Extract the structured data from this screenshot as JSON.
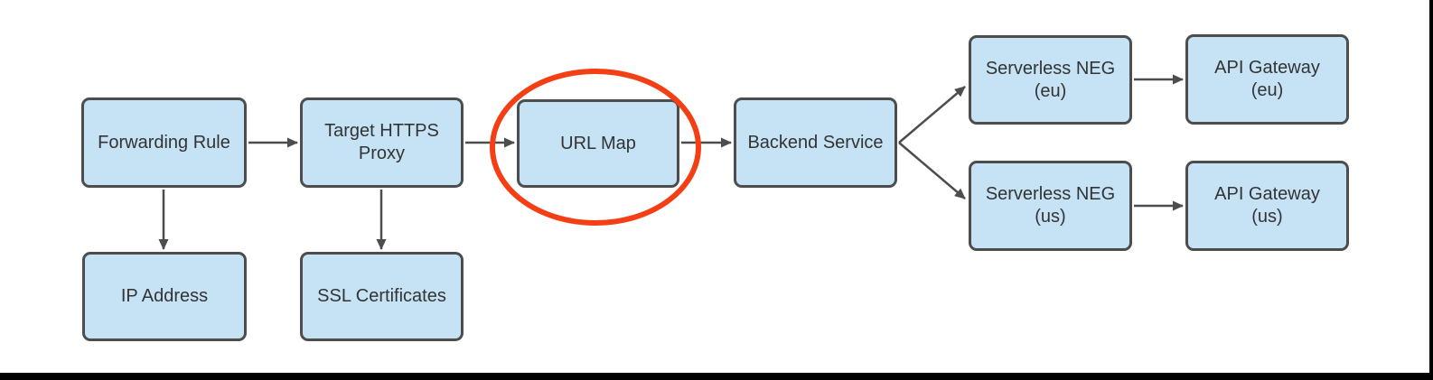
{
  "diagram": {
    "type": "flowchart",
    "nodes": [
      {
        "id": "forwarding-rule",
        "label": "Forwarding Rule"
      },
      {
        "id": "target-https-proxy",
        "label": "Target HTTPS\nProxy"
      },
      {
        "id": "url-map",
        "label": "URL Map"
      },
      {
        "id": "backend-service",
        "label": "Backend Service"
      },
      {
        "id": "serverless-neg-eu",
        "label": "Serverless NEG\n(eu)"
      },
      {
        "id": "api-gateway-eu",
        "label": "API Gateway\n(eu)"
      },
      {
        "id": "serverless-neg-us",
        "label": "Serverless NEG\n(us)"
      },
      {
        "id": "api-gateway-us",
        "label": "API Gateway\n(us)"
      },
      {
        "id": "ip-address",
        "label": "IP Address"
      },
      {
        "id": "ssl-certificates",
        "label": "SSL Certificates"
      }
    ],
    "edges": [
      {
        "from": "forwarding-rule",
        "to": "target-https-proxy"
      },
      {
        "from": "forwarding-rule",
        "to": "ip-address"
      },
      {
        "from": "target-https-proxy",
        "to": "url-map"
      },
      {
        "from": "target-https-proxy",
        "to": "ssl-certificates"
      },
      {
        "from": "url-map",
        "to": "backend-service"
      },
      {
        "from": "backend-service",
        "to": "serverless-neg-eu"
      },
      {
        "from": "backend-service",
        "to": "serverless-neg-us"
      },
      {
        "from": "serverless-neg-eu",
        "to": "api-gateway-eu"
      },
      {
        "from": "serverless-neg-us",
        "to": "api-gateway-us"
      }
    ],
    "highlight": {
      "shape": "ellipse",
      "around": "url-map",
      "color": "#f43e14"
    },
    "colors": {
      "node_fill": "#c6e3f6",
      "node_border": "#4d4d4d",
      "arrow": "#4d4d4d",
      "text": "#333333",
      "highlight": "#f43e14",
      "frame": "#000000",
      "background": "#ffffff"
    }
  }
}
